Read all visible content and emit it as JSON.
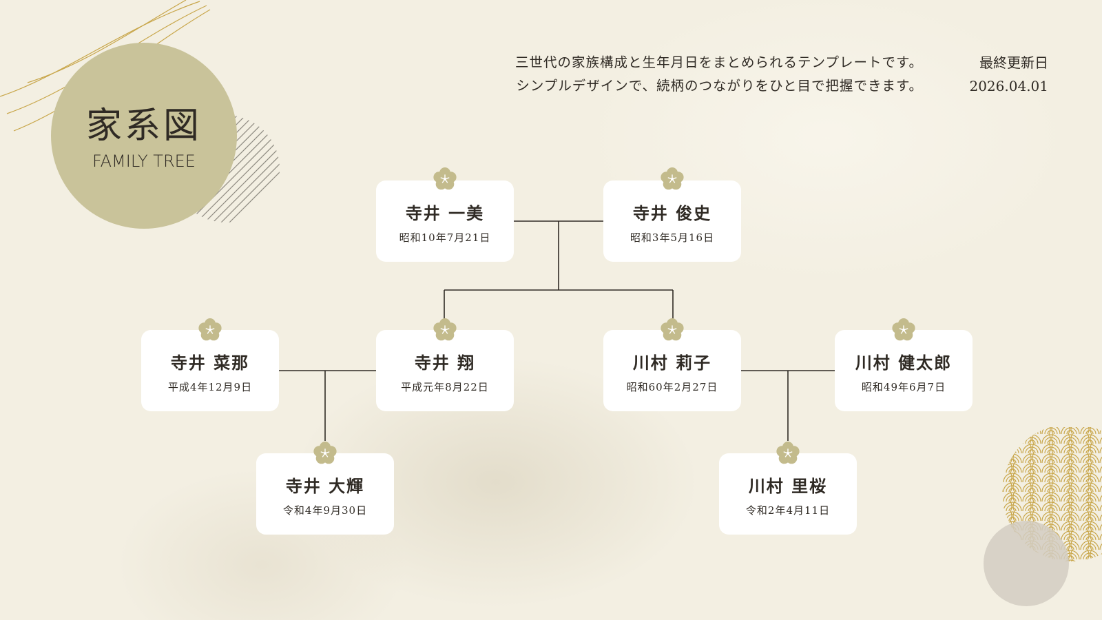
{
  "header": {
    "title_jp": "家系図",
    "title_en": "FAMILY TREE",
    "description_lines": [
      "三世代の家族構成と生年月日をまとめられるテンプレートです。",
      "シンプルデザインで、続柄のつながりをひと目で把握できます。"
    ],
    "updated_label": "最終更新日",
    "updated_date": "2026.04.01"
  },
  "members": [
    {
      "name": "寺井 一美",
      "birth": "昭和10年7月21日"
    },
    {
      "name": "寺井 俊史",
      "birth": "昭和3年5月16日"
    },
    {
      "name": "寺井 菜那",
      "birth": "平成4年12月9日"
    },
    {
      "name": "寺井 翔",
      "birth": "平成元年8月22日"
    },
    {
      "name": "川村 莉子",
      "birth": "昭和60年2月27日"
    },
    {
      "name": "川村 健太郎",
      "birth": "昭和49年6月7日"
    },
    {
      "name": "寺井 大輝",
      "birth": "令和4年9月30日"
    },
    {
      "name": "川村 里桜",
      "birth": "令和2年4月11日"
    }
  ],
  "colors": {
    "accent": "#c9c39a",
    "flower": "#c3bb8c",
    "gold": "#c8a64a",
    "line": "#2f2a24",
    "card": "#ffffff",
    "background": "#f3efe2"
  }
}
